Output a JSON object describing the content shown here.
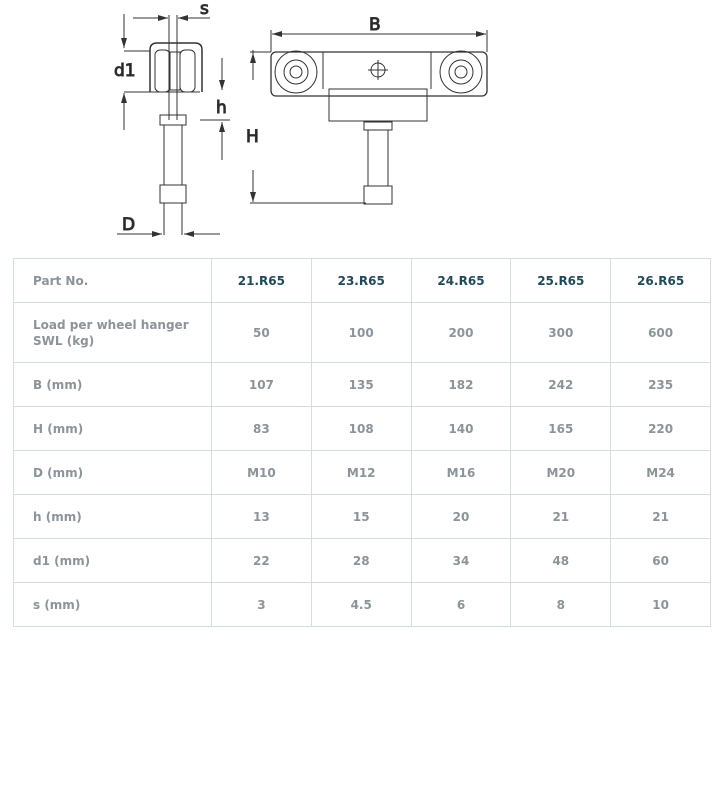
{
  "drawing": {
    "labels": {
      "s": "s",
      "B": "B",
      "d1": "d1",
      "h": "h",
      "H": "H",
      "D": "D"
    }
  },
  "table": {
    "header": {
      "label": "Part No.",
      "values": [
        "21.R65",
        "23.R65",
        "24.R65",
        "25.R65",
        "26.R65"
      ]
    },
    "rows": [
      {
        "label": "Load per wheel hanger SWL (kg)",
        "values": [
          "50",
          "100",
          "200",
          "300",
          "600"
        ]
      },
      {
        "label": "B (mm)",
        "values": [
          "107",
          "135",
          "182",
          "242",
          "235"
        ]
      },
      {
        "label": "H (mm)",
        "values": [
          "83",
          "108",
          "140",
          "165",
          "220"
        ]
      },
      {
        "label": "D (mm)",
        "values": [
          "M10",
          "M12",
          "M16",
          "M20",
          "M24"
        ]
      },
      {
        "label": "h (mm)",
        "values": [
          "13",
          "15",
          "20",
          "21",
          "21"
        ]
      },
      {
        "label": "d1 (mm)",
        "values": [
          "22",
          "28",
          "34",
          "48",
          "60"
        ]
      },
      {
        "label": "s (mm)",
        "values": [
          "3",
          "4.5",
          "6",
          "8",
          "10"
        ]
      }
    ]
  }
}
